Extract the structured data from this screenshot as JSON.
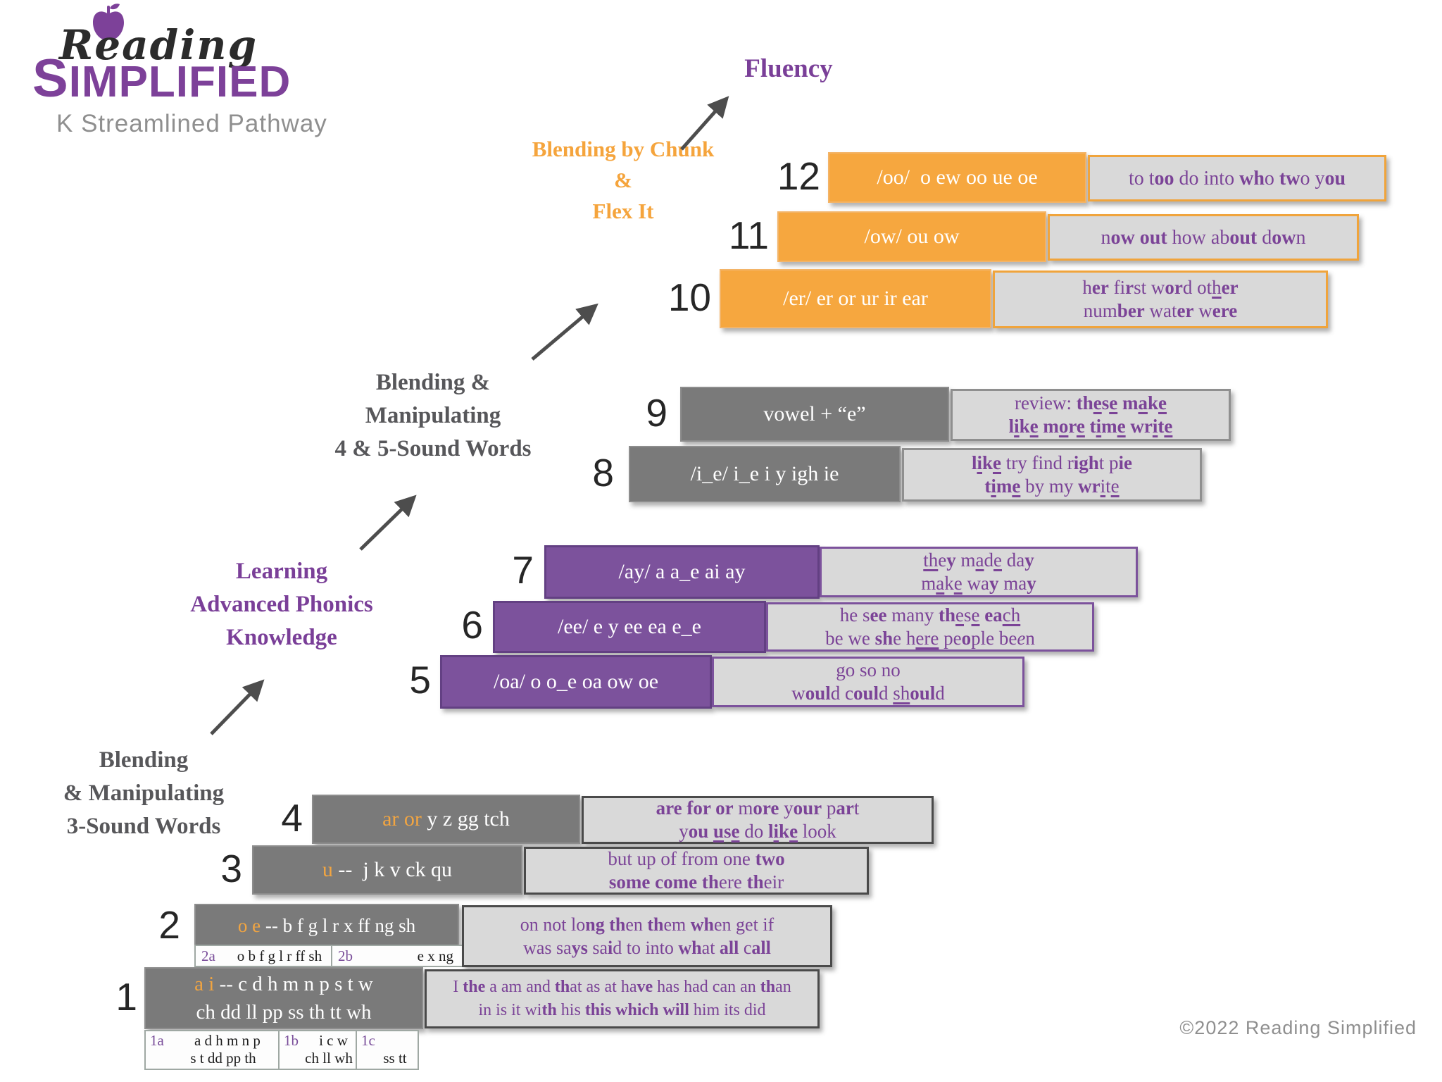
{
  "logo": {
    "script": "Reading",
    "main": "SIMPLIFIED",
    "subtitle": "K Streamlined Pathway",
    "brand_purple": "#7d4199"
  },
  "stages": {
    "fluency": {
      "label": "Fluency",
      "color": "#7a3f98"
    },
    "chunk": {
      "lines": [
        "Blending by Chunk",
        "&",
        "Flex It"
      ],
      "color": "#f5a43c"
    },
    "four_five": {
      "lines": [
        "Blending &",
        "Manipulating",
        "4 & 5-Sound Words"
      ],
      "color": "#57575a"
    },
    "learning": {
      "lines": [
        "Learning",
        "Advanced Phonics",
        "Knowledge"
      ],
      "color": "#7a3f98"
    },
    "three_sound": {
      "lines": [
        "Blending",
        "& Manipulating",
        "3-Sound Words"
      ],
      "color": "#57575a"
    }
  },
  "colors": {
    "orange_box": "#f6a73f",
    "purple_box": "#7c529c",
    "gray_box": "#7a7a7a",
    "words_bg": "#d9d9d9",
    "words_text": "#7b4397",
    "number_text": "#262626"
  },
  "rows": [
    {
      "num": "12",
      "graphemes": [
        "/oo/&nbsp; o ew oo ue oe"
      ],
      "words": [
        "to t<b>oo</b> do into <b>wh</b>o <b>tw</b>o y<b>ou</b>"
      ]
    },
    {
      "num": "11",
      "graphemes": [
        "/ow/ ou ow"
      ],
      "words": [
        "n<b>ow</b> <b>out</b> how ab<b>out</b> d<b>ow</b>n"
      ]
    },
    {
      "num": "10",
      "graphemes": [
        "/er/ er or ur ir ear"
      ],
      "words": [
        "h<b>er</b> fi<b>r</b>st w<b>or</b>d ot<u>h</u><b>er</b>",
        "num<b>ber</b> wat<b>er</b> w<b>ere</b>"
      ]
    },
    {
      "num": "9",
      "graphemes": [
        "vowel + “e”"
      ],
      "words": [
        "review: <b>th<u>e</u>s<u>e</u> m<u>a</u>k<u>e</u></b>",
        "<b>l<u>i</u>k<u>e</u> m<u>o</u>r<u>e</u> t<u>i</u>m<u>e</u> wr<u>i</u>t<u>e</u></b>"
      ]
    },
    {
      "num": "8",
      "graphemes": [
        "/i_e/ i_e  i  y igh ie"
      ],
      "words": [
        "<b>l<u>i</u>k<u>e</u></b> try find r<b>igh</b>t p<b>ie</b>",
        "<b>t<u>i</u>m<u>e</u></b> by my <b>wr</b><u>i</u>t<u>e</u>"
      ]
    },
    {
      "num": "7",
      "graphemes": [
        "/ay/ a a_e ai ay"
      ],
      "words": [
        "<u>th</u>e<b>y</b> m<u>a</u>d<u>e</u> da<b>y</b>",
        "m<u>a</u>k<u>e</u> wa<b>y</b> ma<b>y</b>"
      ]
    },
    {
      "num": "6",
      "graphemes": [
        "/ee/ e y ee ea e_e"
      ],
      "words": [
        "he s<b>ee</b> many <b>th</b><u>e</u>s<u>e</u> <b>ea</b><u>ch</u>",
        "be we <b>sh</b>e h<u>ere</u> pe<b>o</b>ple be<i>e</i>n"
      ]
    },
    {
      "num": "5",
      "graphemes": [
        "/oa/ o o_e oa ow oe"
      ],
      "words": [
        "go so no",
        "w<b>oul</b>d c<b>oul</b>d <u>sh</u><b>oul</b>d"
      ]
    },
    {
      "num": "4",
      "graphemes": [
        "<span class='hl'>ar or</span> y z gg tch"
      ],
      "words": [
        "<b>are for or</b> m<b>ore</b> y<b>our</b> p<b>ar</b>t",
        "y<b>ou</b> <b><u>u</u>s<u>e</u></b> do <b>l<u>i</u>k<u>e</u></b> look"
      ]
    },
    {
      "num": "3",
      "graphemes": [
        "<span class='hl'>u</span> --&nbsp; j k v ck qu"
      ],
      "words": [
        "but up of from one <b>two</b>",
        "<b>some come th</b>ere <b>th</b>eir"
      ]
    },
    {
      "num": "2",
      "graphemes": [
        "<span class='hl'>o e</span> -- b f g l r x ff ng sh"
      ],
      "words": [
        "on not lo<b>ng</b> <b>th</b>en <b>th</b>em <b>wh</b>en get if",
        "was sa<b>ys</b> sa<b>i</b>d to into <b>wh</b>at <b>all</b> c<b>all</b>"
      ],
      "sub": [
        {
          "label": "2a",
          "text": "o b f g l r ff sh"
        },
        {
          "label": "2b",
          "text": "e x ng"
        }
      ]
    },
    {
      "num": "1",
      "graphemes": [
        "<span class='hl'>a i</span> -- c d h m n p s t w",
        "ch dd ll pp ss th tt wh"
      ],
      "words": [
        "I <b>the</b> a am and <b>th</b>at as at ha<b>ve</b> has had can an <b>th</b>an",
        "in is it wi<b>th</b> his <b>this</b> <b>which</b> <b>will</b> him its did"
      ],
      "sub": [
        {
          "label": "1a",
          "line1": "a d h m n p",
          "line2": "s t dd pp th"
        },
        {
          "label": "1b",
          "line1": "i c w",
          "line2": "ch ll wh"
        },
        {
          "label": "1c",
          "line1": "",
          "line2": "ss tt"
        }
      ]
    }
  ],
  "footer": {
    "copyright": "©2022 Reading Simplified"
  }
}
